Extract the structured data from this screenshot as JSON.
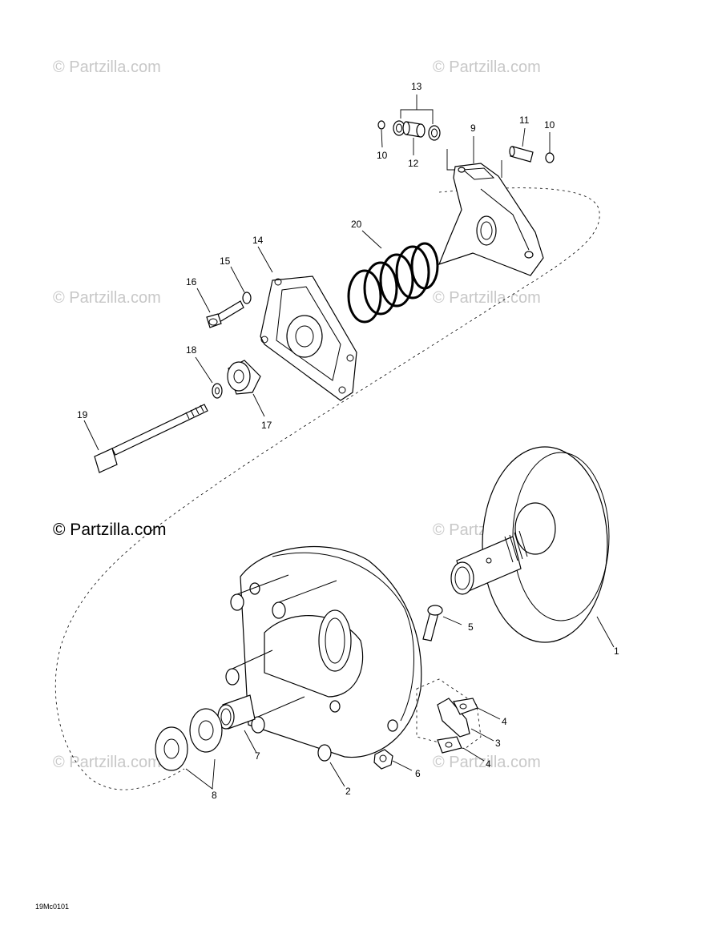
{
  "watermarks": {
    "text": "© Partzilla.com",
    "main": "© Partzilla.com"
  },
  "diagram_code": "19Mc0101",
  "callouts": {
    "c1": "1",
    "c2": "2",
    "c3": "3",
    "c4a": "4",
    "c4b": "4",
    "c5": "5",
    "c6": "6",
    "c7": "7",
    "c8": "8",
    "c9": "9",
    "c10a": "10",
    "c10b": "10",
    "c11": "11",
    "c12": "12",
    "c13": "13",
    "c14": "14",
    "c15": "15",
    "c16": "16",
    "c17": "17",
    "c18": "18",
    "c19": "19",
    "c20": "20"
  },
  "colors": {
    "line": "#000000",
    "watermark": "#c8c8c8",
    "background": "#ffffff"
  }
}
